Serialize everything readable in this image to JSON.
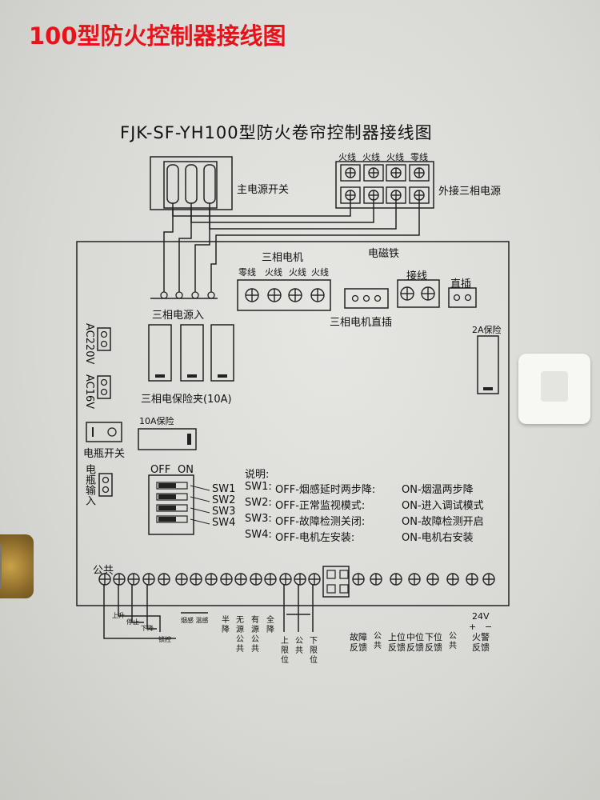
{
  "header": "100型防火控制器接线图",
  "title": "FJK-SF-YH100型防火卷帘控制器接线图",
  "main_switch": "主电源开关",
  "ext_power": {
    "label": "外接三相电源",
    "terminals": [
      "火线",
      "火线",
      "火线",
      "零线"
    ]
  },
  "motor": {
    "title": "三相电机",
    "terminals": [
      "零线",
      "火线",
      "火线",
      "火线"
    ]
  },
  "magnet": {
    "title": "电磁铁",
    "wire": "接线",
    "plug": "直插"
  },
  "motor_plug": "三相电机直插",
  "power_in": "三相电源入",
  "fuse_2a": "2A保险",
  "fuse_clip": "三相电保险夹(10A)",
  "fuse_10a": "10A保险",
  "ac220": "AC220V",
  "ac16": "AC16V",
  "battery_switch": "电瓶开关",
  "battery_input": "电瓶输入",
  "dip": {
    "off": "OFF",
    "on": "ON",
    "switches": [
      "SW1",
      "SW2",
      "SW3",
      "SW4"
    ]
  },
  "notes": {
    "title": "说明:",
    "lines": [
      {
        "sw": "SW1:",
        "off": "OFF-烟感延时两步降:",
        "on": "ON-烟温两步降"
      },
      {
        "sw": "SW2:",
        "off": "OFF-正常监视模式:",
        "on": "ON-进入调试模式"
      },
      {
        "sw": "SW3:",
        "off": "OFF-故障检测关闭:",
        "on": "ON-故障检测开启"
      },
      {
        "sw": "SW4:",
        "off": "OFF-电机左安装:",
        "on": "ON-电机右安装"
      }
    ]
  },
  "bottom": {
    "common": "公共",
    "up": "上升",
    "stop": "停止",
    "down": "下降",
    "lock": "锁控",
    "smoke_temp": "烟感 温感",
    "half": "半降",
    "no_src": "无源公共",
    "src": "有源公共",
    "full": "全降",
    "upper_limit": "上限位",
    "limit_common": "公共",
    "lower_limit": "下限位",
    "fault": "故障反馈",
    "fb_common": "公共",
    "upper_pos": "上位反馈",
    "mid_pos": "中位反馈",
    "lower_pos": "下位反馈",
    "common2": "公共",
    "v24": "24V",
    "plus": "+",
    "minus": "−",
    "fire_alarm": "火警反馈"
  }
}
